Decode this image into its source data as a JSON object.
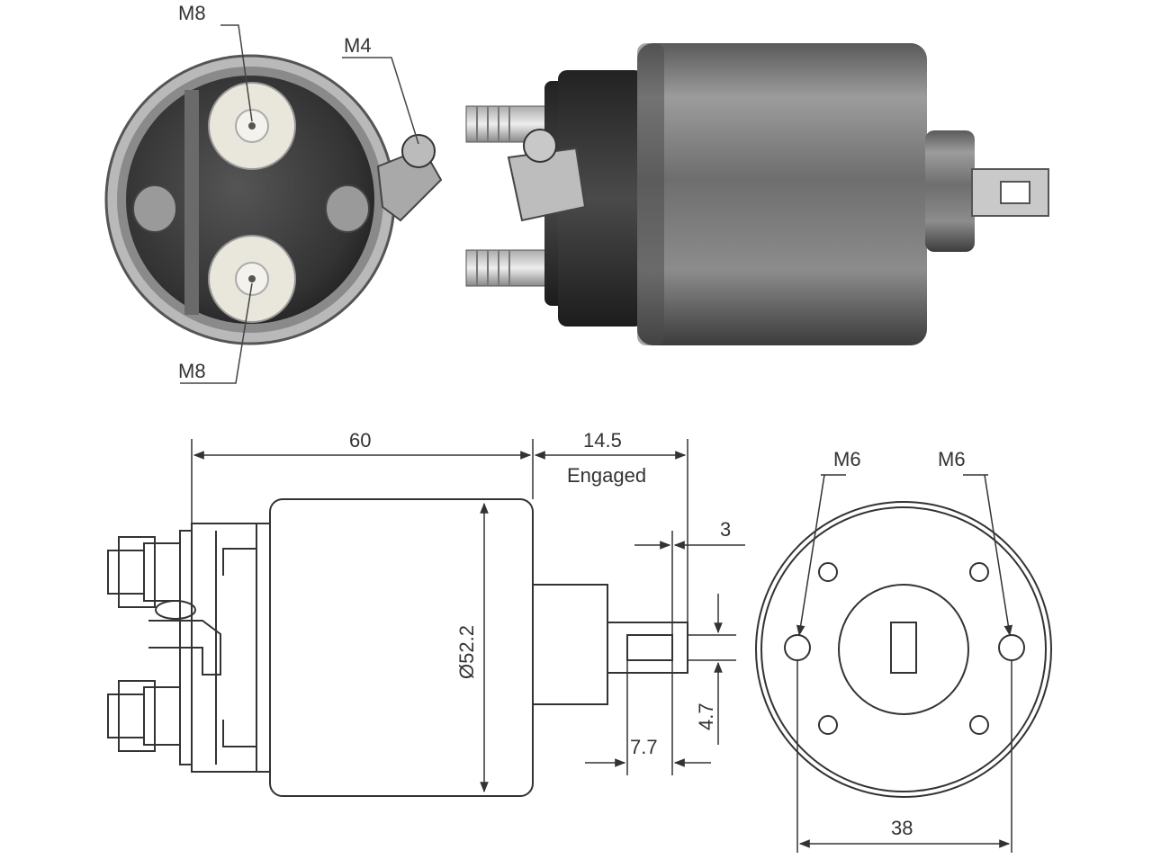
{
  "photo_labels": {
    "front_top": "M8",
    "front_bottom": "M8",
    "front_small": "M4"
  },
  "dimensions": {
    "length": "60",
    "travel": "14.5",
    "travel_note": "Engaged",
    "diameter": "Ø52.2",
    "tab_thickness": "3",
    "tab_length": "7.7",
    "tab_width": "4.7",
    "bolt_spacing": "38",
    "mount_left": "M6",
    "mount_right": "M6"
  },
  "colors": {
    "line": "#333333",
    "metal_dark": "#3a3a3a",
    "metal_mid": "#8a8a8a",
    "metal_light": "#d6d6d6",
    "insulator": "#e9e6dc"
  }
}
